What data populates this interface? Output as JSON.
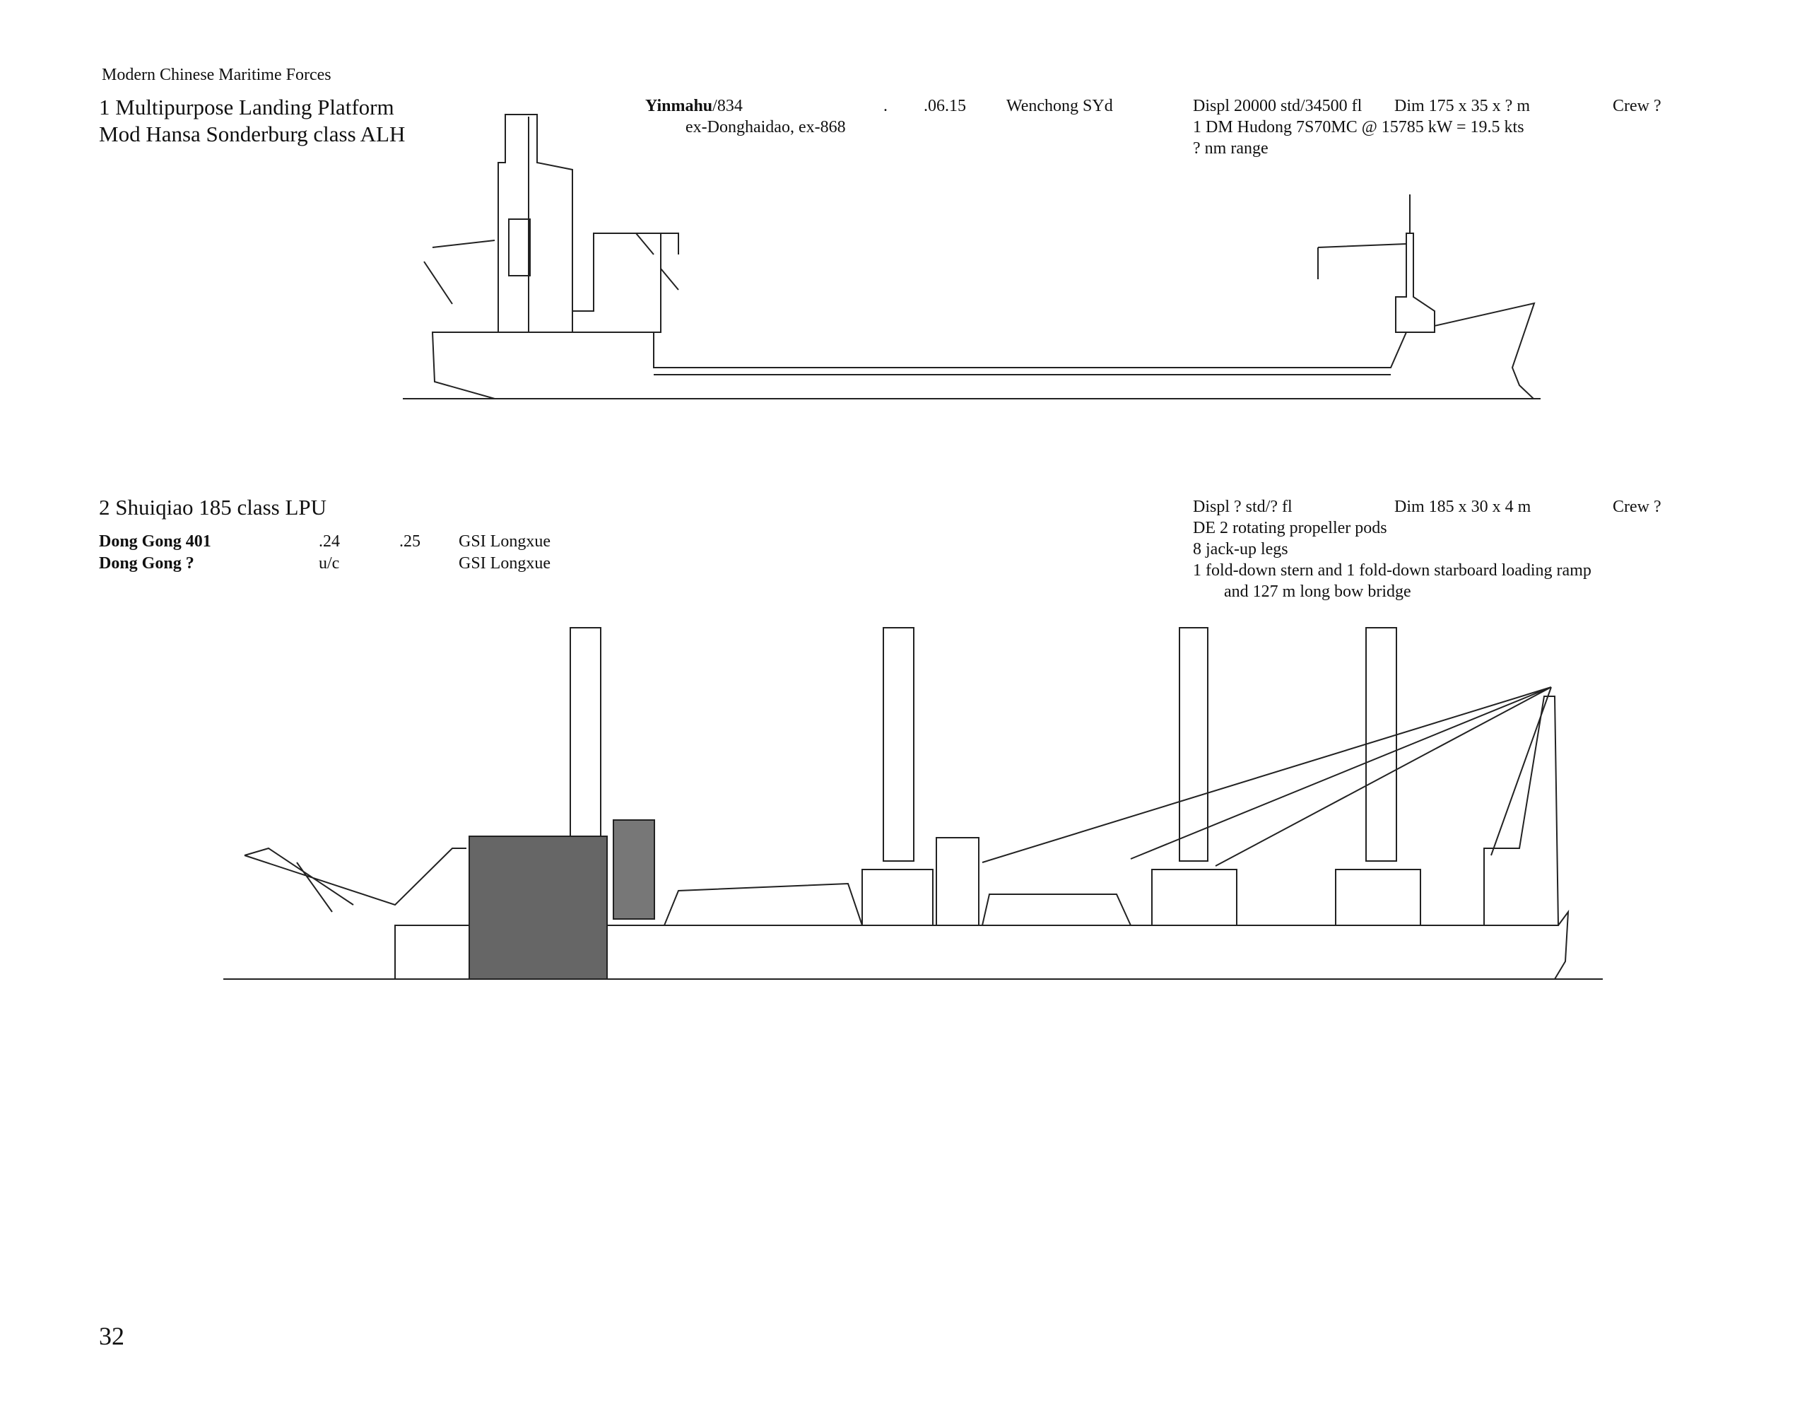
{
  "header": {
    "series_title": "Modern Chinese Maritime Forces",
    "page_number": "32"
  },
  "section1": {
    "title_line1": "1 Multipurpose Landing Platform",
    "title_line2": "Mod Hansa Sonderburg class ALH",
    "ship": {
      "name": "Yinmahu",
      "pennant": "/834",
      "former_names": "ex-Donghaidao, ex-868",
      "laid_down": ".",
      "commissioned": ".06.15",
      "builder": "Wenchong SYd"
    },
    "specs": {
      "displacement": "Displ 20000 std/34500 fl",
      "dimensions": "Dim 175 x 35 x ? m",
      "crew": "Crew ?",
      "machinery": "1 DM Hudong 7S70MC @ 15785 kW = 19.5 kts",
      "range": "? nm range"
    }
  },
  "section2": {
    "title": "2 Shuiqiao 185 class LPU",
    "ships": [
      {
        "name": "Dong Gong 401",
        "date1": ".24",
        "date2": ".25",
        "builder": "GSI Longxue"
      },
      {
        "name": "Dong Gong ?",
        "date1": "u/c",
        "date2": "",
        "builder": "GSI Longxue"
      }
    ],
    "specs": {
      "displacement": "Displ ? std/? fl",
      "dimensions": "Dim 185 x 30 x 4 m",
      "crew": "Crew ?",
      "machinery": "DE 2 rotating propeller pods",
      "legs": "8 jack-up legs",
      "ramps_line1": "1 fold-down stern and 1 fold-down starboard loading ramp",
      "ramps_line2": "and 127 m long bow bridge"
    }
  }
}
